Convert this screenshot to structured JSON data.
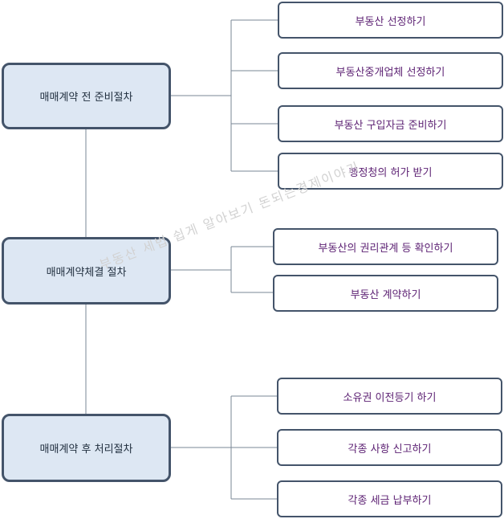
{
  "stages": [
    {
      "label": "매매계약 전 준비절차",
      "steps": [
        "부동산 선정하기",
        "부동산중개업체 선정하기",
        "부동산 구입자금 준비하기",
        "행정청의 허가 받기"
      ]
    },
    {
      "label": "매매계약체결 절차",
      "steps": [
        "부동산의 권리관계 등 확인하기",
        "부동산 계약하기"
      ]
    },
    {
      "label": "매매계약 후 처리절차",
      "steps": [
        "소유권 이전등기 하기",
        "각종 사항 신고하기",
        "각종 세금 납부하기"
      ]
    }
  ],
  "watermark": "부동산 세법 쉽게 알아보기 돈되는경제이야기",
  "colors": {
    "main_fill": "#dde7f3",
    "border": "#44546a",
    "sub_text": "#5b1f72",
    "connector": "#7a8796"
  }
}
